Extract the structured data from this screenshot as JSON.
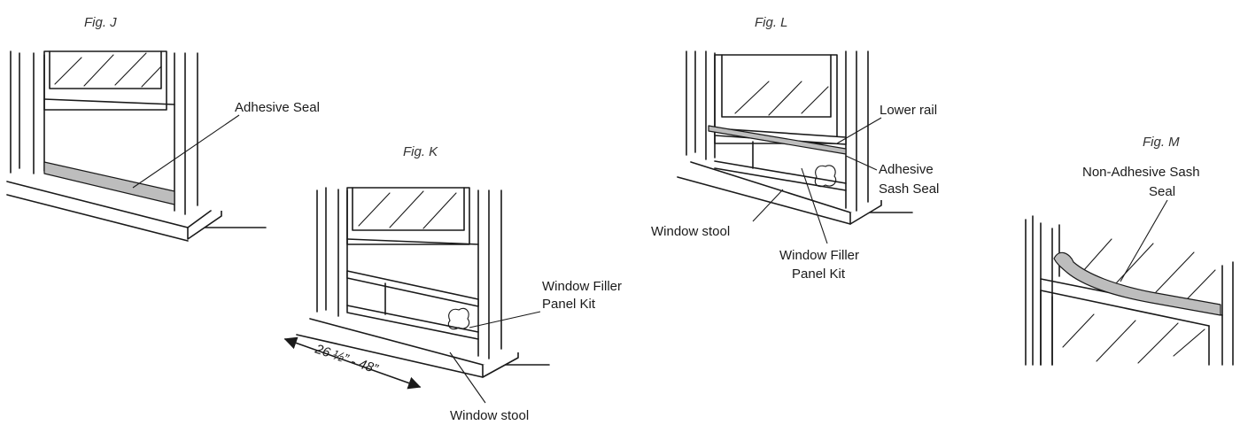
{
  "figures": {
    "j": {
      "title": "Fig. J",
      "labels": {
        "adhesive_seal": "Adhesive Seal"
      }
    },
    "k": {
      "title": "Fig. K",
      "labels": {
        "filler_kit_1": "Window Filler",
        "filler_kit_2": "Panel Kit",
        "dimension": "26 ½” - 48”",
        "window_stool": "Window stool"
      }
    },
    "l": {
      "title": "Fig. L",
      "labels": {
        "lower_rail": "Lower rail",
        "adhesive_sash_seal_1": "Adhesive",
        "adhesive_sash_seal_2": "Sash Seal",
        "window_stool": "Window stool",
        "filler_kit_1": "Window Filler",
        "filler_kit_2": "Panel Kit"
      }
    },
    "m": {
      "title": "Fig. M",
      "labels": {
        "non_adhesive_1": "Non-Adhesive Sash",
        "non_adhesive_2": "Seal"
      }
    }
  },
  "colors": {
    "line": "#1a1a1a",
    "seal_fill": "#bdbdbd",
    "background": "#ffffff"
  }
}
